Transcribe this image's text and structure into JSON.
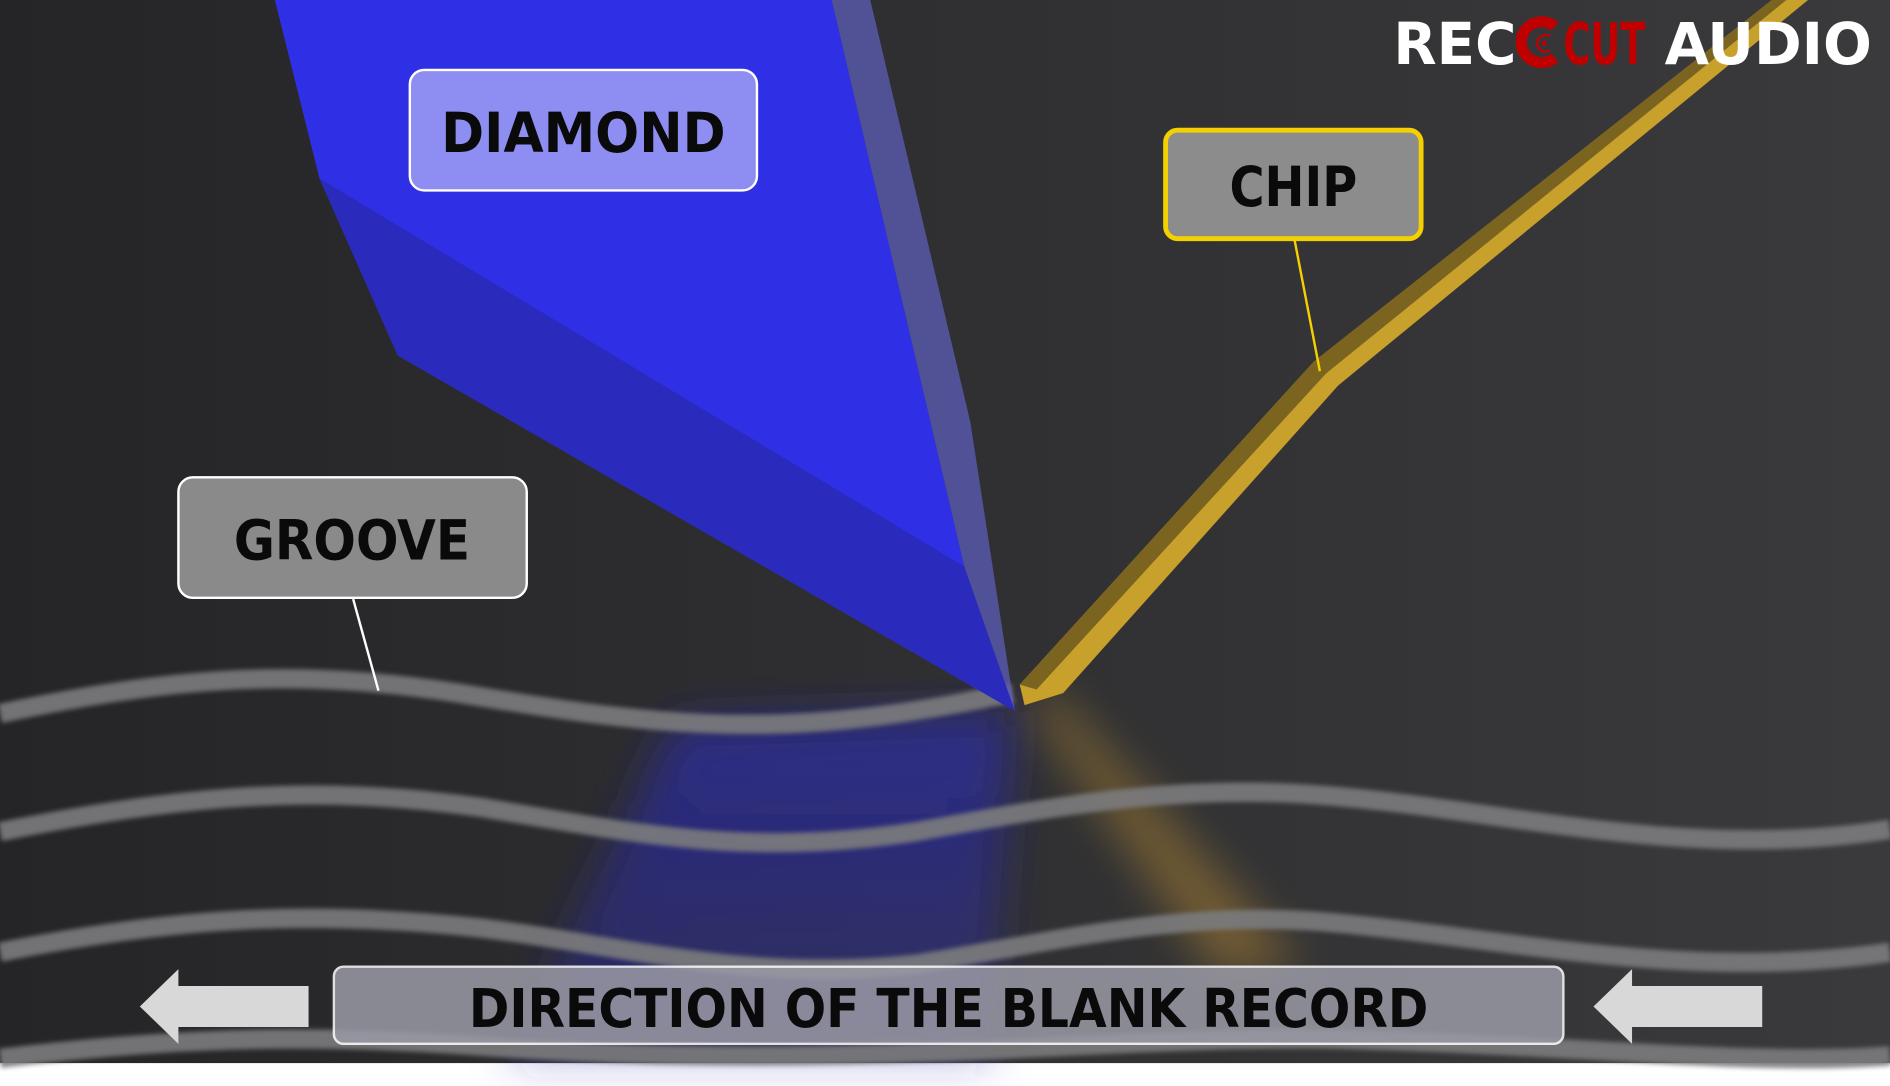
{
  "logo": {
    "rec": "REC",
    "cut": "CUT",
    "audio": "AUDIO",
    "brand_red": "#c00000"
  },
  "labels": {
    "diamond": "DIAMOND",
    "chip": "CHIP",
    "groove": "GROOVE"
  },
  "banner": {
    "text": "DIRECTION OF THE BLANK RECORD"
  },
  "colors": {
    "diamond": "#3030e8",
    "chip": "#d4a92a",
    "chip_border": "#f5d000",
    "groove": "#7a7a7a"
  }
}
